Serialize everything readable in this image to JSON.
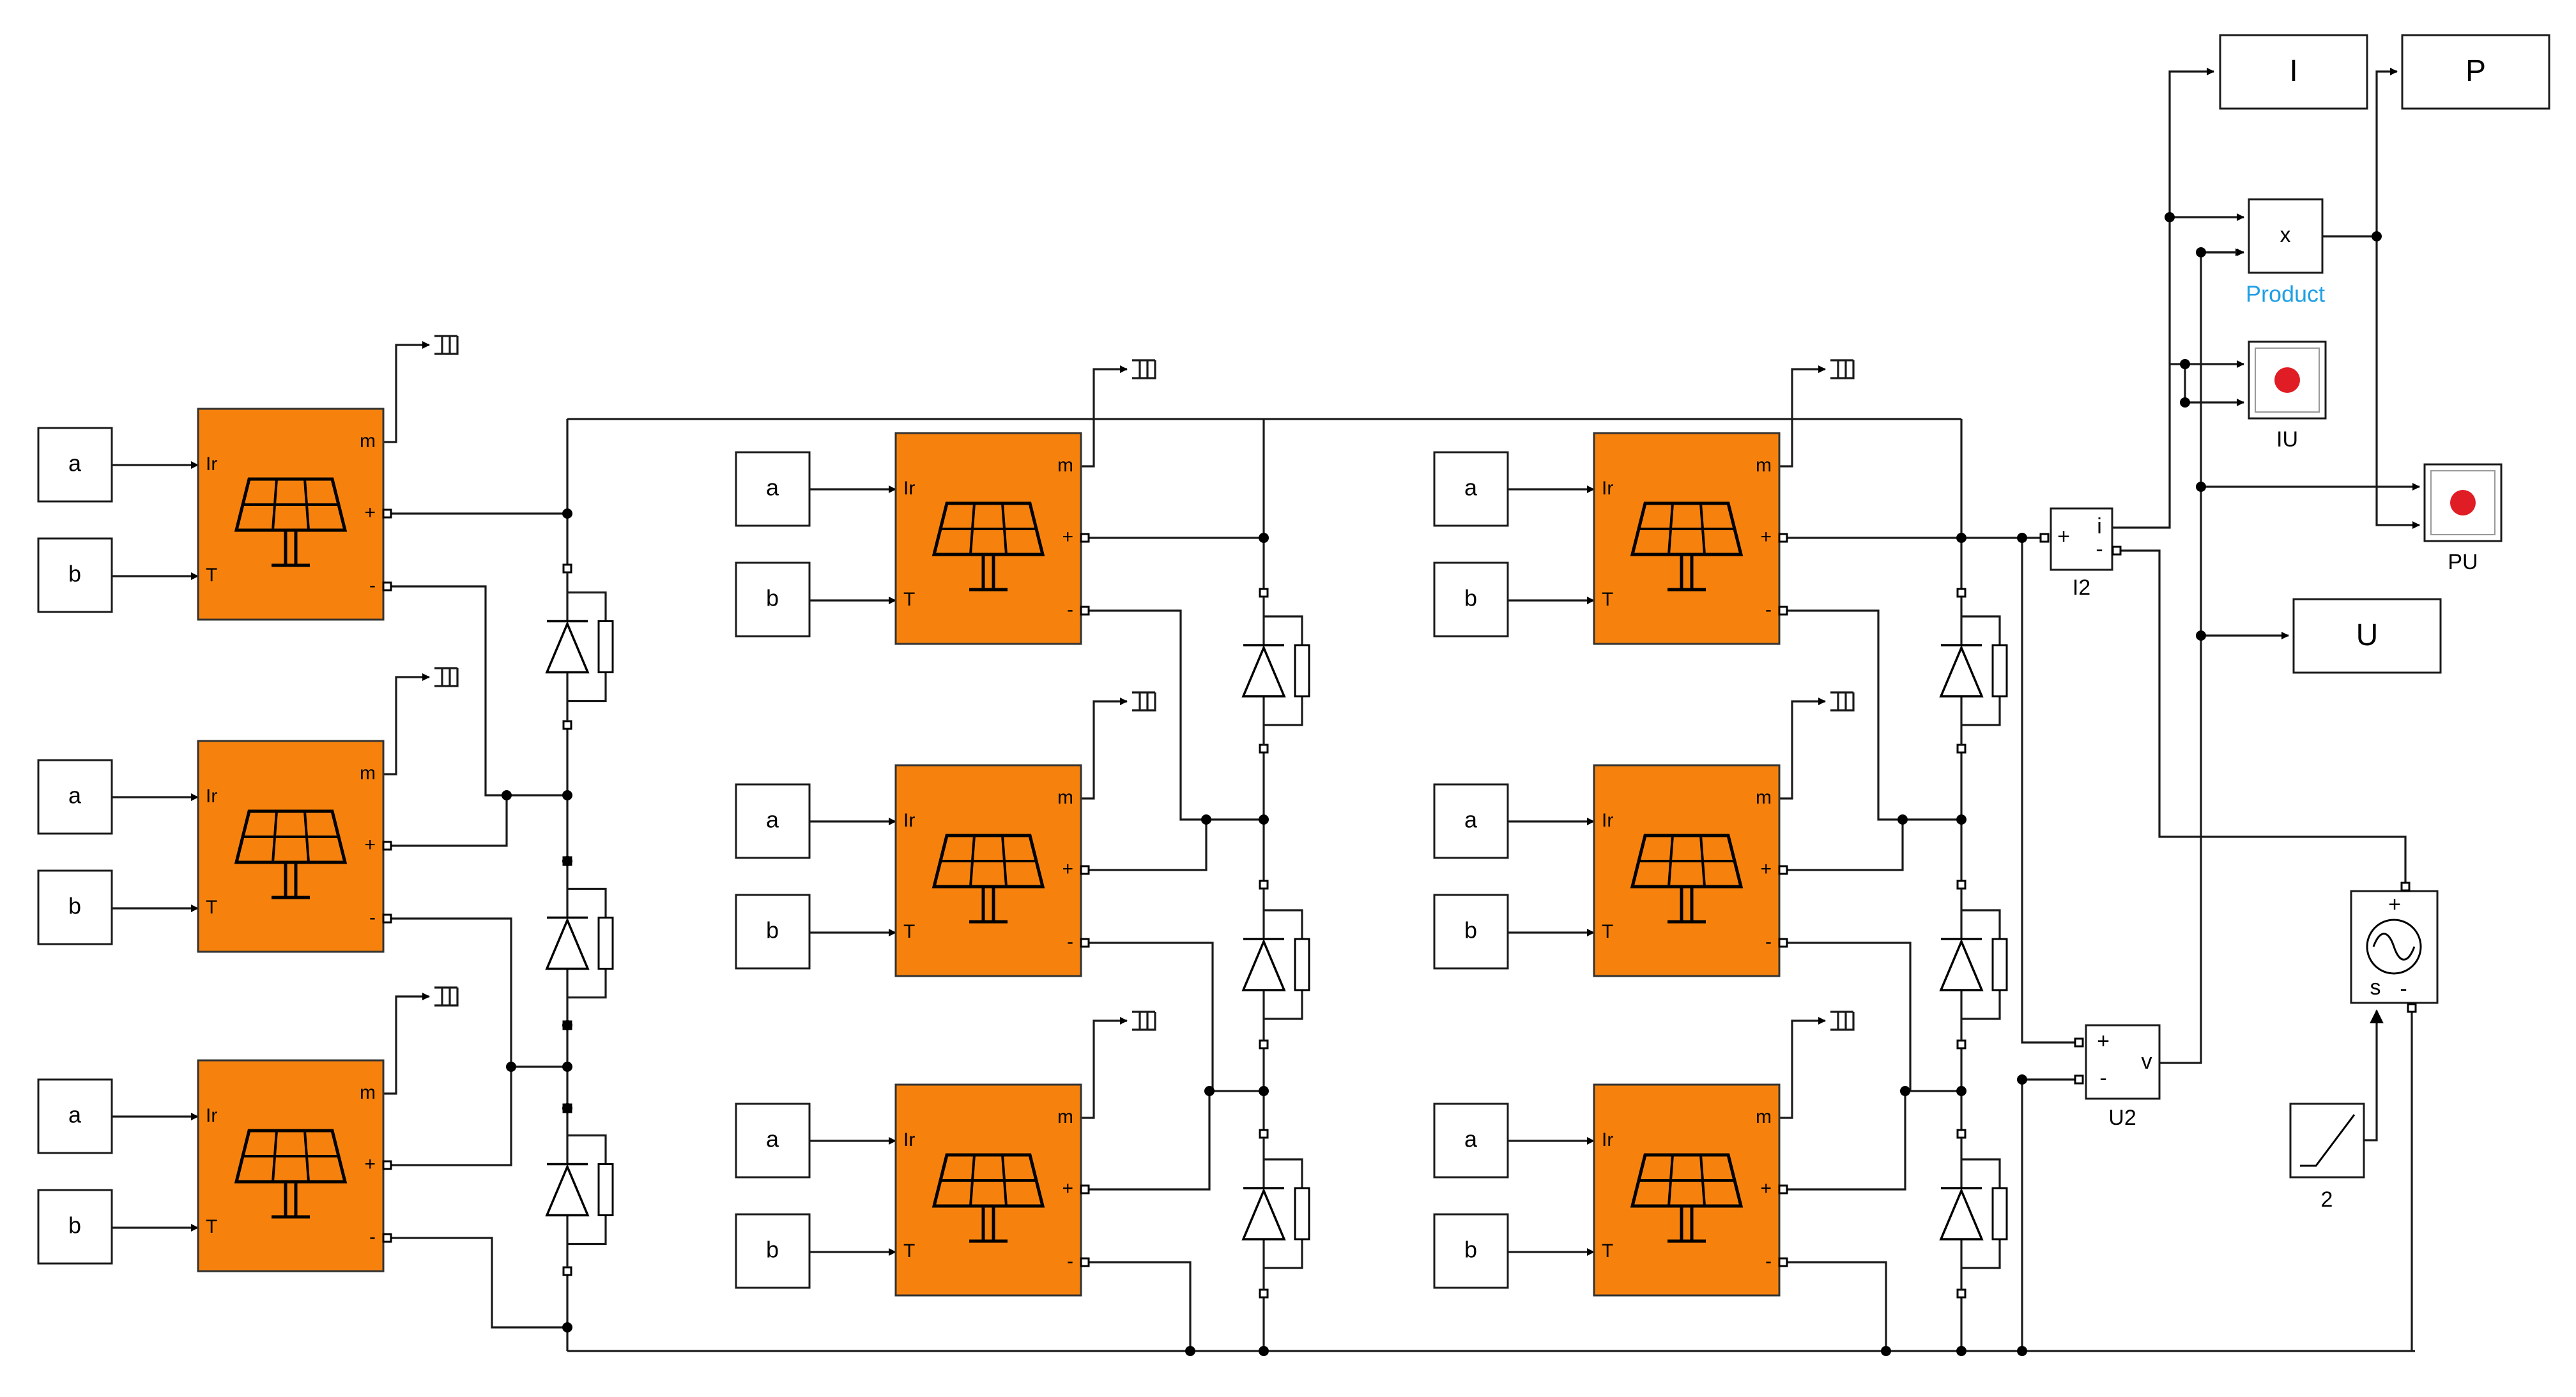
{
  "const_blocks": {
    "a": "a",
    "b": "b"
  },
  "pv_ports": {
    "ir": "Ir",
    "t": "T",
    "m": "m",
    "plus": "+",
    "minus": "-"
  },
  "sensors": {
    "current": {
      "label": "I2",
      "p_plus": "+",
      "p_minus": "-",
      "out": "i"
    },
    "voltage": {
      "label": "U2",
      "p_plus": "+",
      "p_minus": "-",
      "out": "v"
    }
  },
  "product": {
    "label": "Product",
    "symbol": "x"
  },
  "scopes": {
    "iu": "IU",
    "pu": "PU"
  },
  "gotos": {
    "i": "I",
    "p": "P",
    "u": "U"
  },
  "ramp": {
    "label": "2"
  },
  "source": {
    "plus": "+",
    "minus": "-",
    "s": "s"
  },
  "colors": {
    "pv_fill": "#f6820d",
    "product_label": "#1f9fe5",
    "scope_lamp": "#e01c24",
    "wire": "#1a1a1a"
  },
  "icons": {
    "pv": "solar-panel-icon",
    "diode": "diode-icon",
    "ramp": "ramp-icon",
    "sine": "sine-wave-icon",
    "scope": "scope-lamp-icon",
    "terminator": "terminator-icon"
  }
}
